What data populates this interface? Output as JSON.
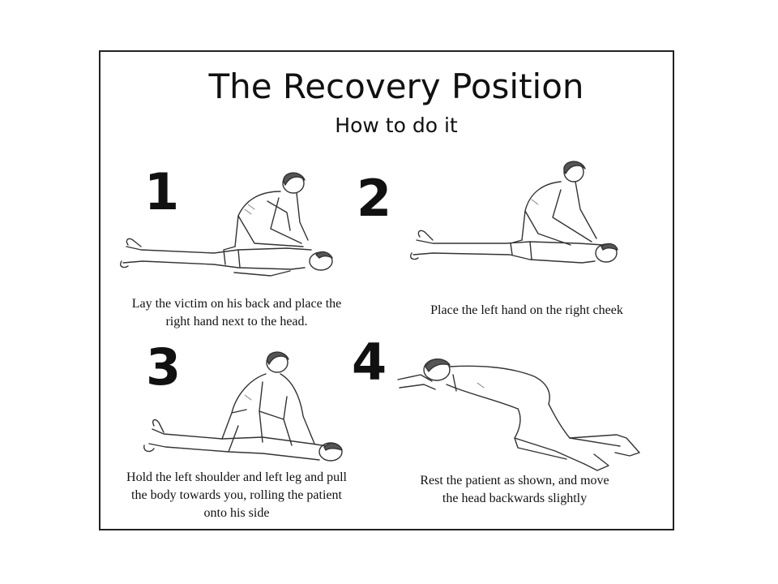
{
  "title": "The Recovery Position",
  "subtitle": "How to do it",
  "steps": [
    {
      "number": "1",
      "caption_lines": [
        "Lay the victim on his back and place the",
        "right hand next to the head."
      ],
      "illustration": "rescuer-kneeling-beside-victim-on-back"
    },
    {
      "number": "2",
      "caption_lines": [
        "Place the left hand on the right cheek"
      ],
      "illustration": "rescuer-placing-hand-on-cheek"
    },
    {
      "number": "3",
      "caption_lines": [
        "Hold the left shoulder and left leg and pull",
        "the body towards you, rolling the patient",
        "onto his side"
      ],
      "illustration": "rescuer-rolling-patient"
    },
    {
      "number": "4",
      "caption_lines": [
        "Rest the patient as shown, and move",
        "the head backwards slightly"
      ],
      "illustration": "patient-in-recovery-position"
    }
  ]
}
